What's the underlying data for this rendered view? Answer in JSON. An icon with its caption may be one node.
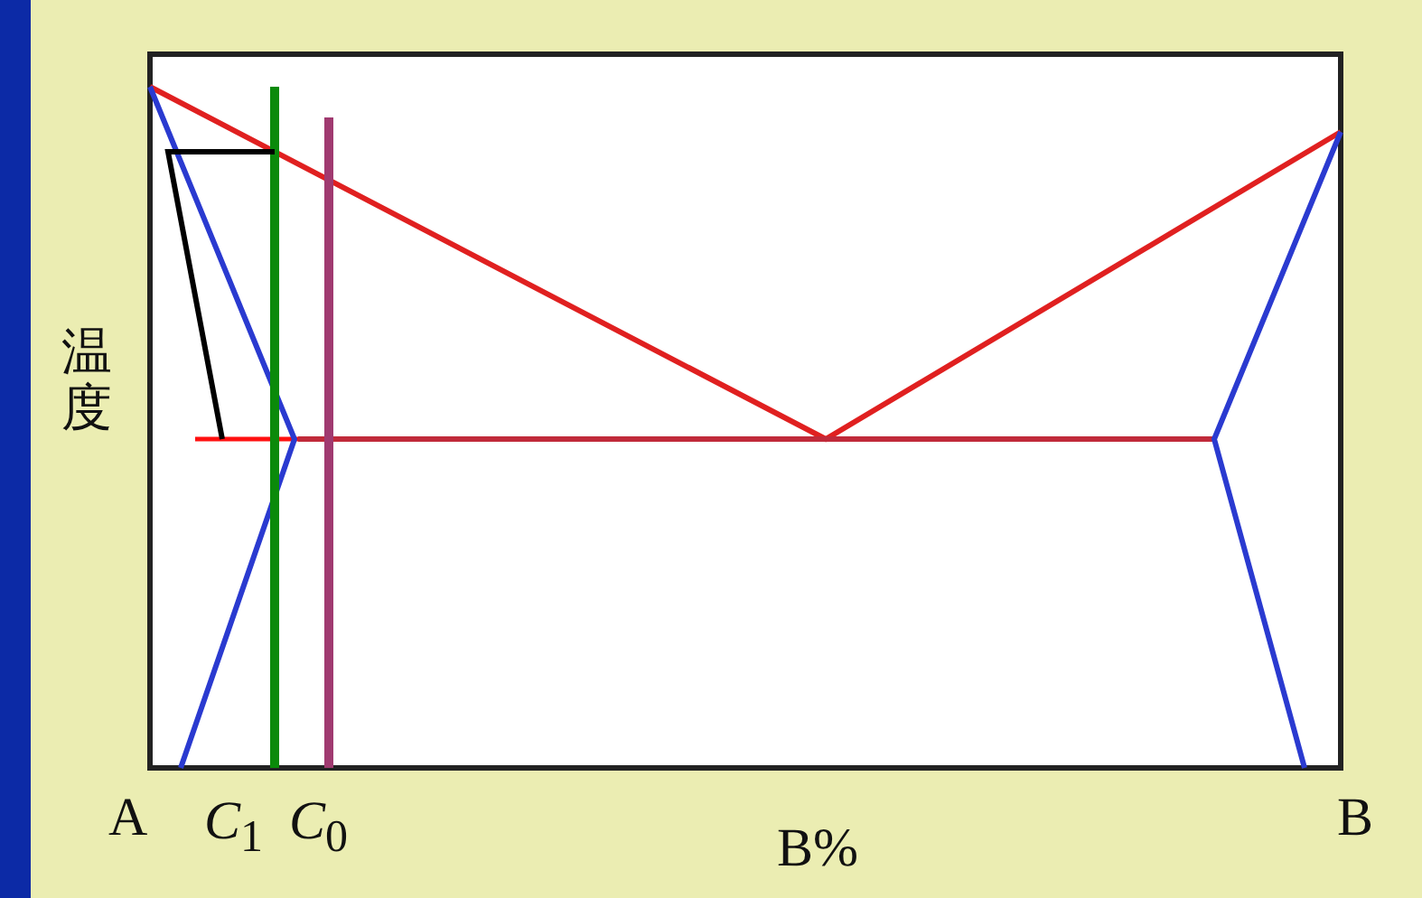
{
  "diagram": {
    "labels": [
      "温度",
      "A",
      "*C*$_{1}$",
      "*C*$_{0}$",
      "B%",
      "B"
    ]
  }
}
